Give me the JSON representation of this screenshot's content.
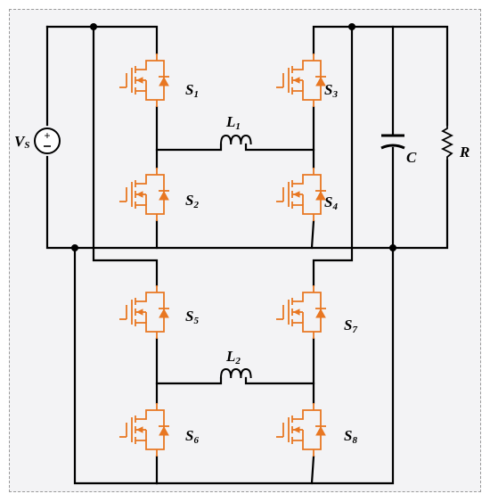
{
  "components": {
    "source": {
      "label": "V",
      "sub": "S"
    },
    "inductors": [
      {
        "label": "L",
        "sub": "1"
      },
      {
        "label": "L",
        "sub": "2"
      }
    ],
    "capacitor": {
      "label": "C"
    },
    "resistor": {
      "label": "R"
    },
    "switches": [
      {
        "label": "S",
        "sub": "1"
      },
      {
        "label": "S",
        "sub": "2"
      },
      {
        "label": "S",
        "sub": "3"
      },
      {
        "label": "S",
        "sub": "4"
      },
      {
        "label": "S",
        "sub": "5"
      },
      {
        "label": "S",
        "sub": "6"
      },
      {
        "label": "S",
        "sub": "7"
      },
      {
        "label": "S",
        "sub": "8"
      }
    ]
  },
  "colors": {
    "wire": "#000000",
    "switch": "#e87722",
    "background": "#f3f3f5"
  }
}
